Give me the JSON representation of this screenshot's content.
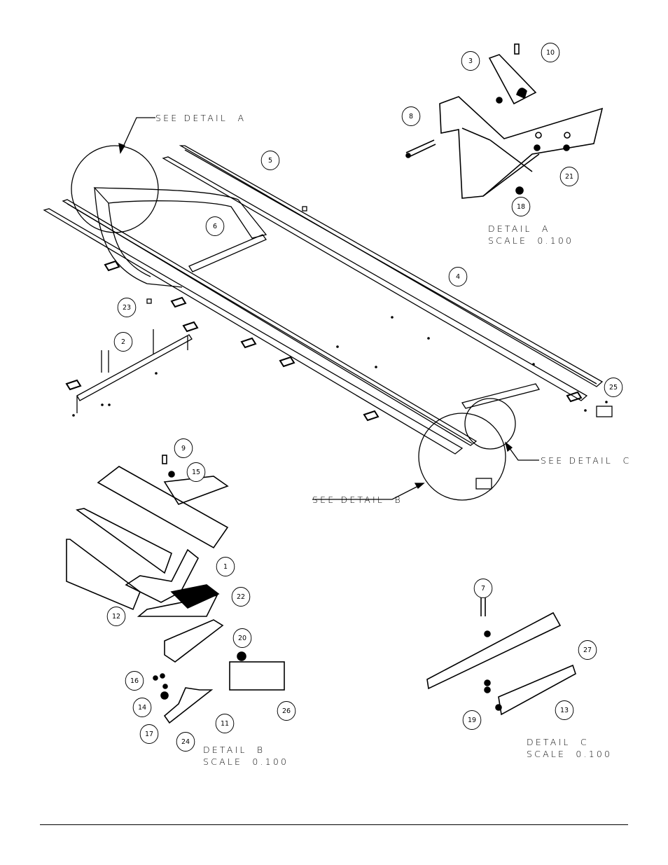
{
  "callouts": {
    "see_detail_a": "SEE DETAIL  A",
    "see_detail_b": "SEE DETAIL  B",
    "see_detail_c": "SEE DETAIL  C"
  },
  "details": {
    "a": {
      "title": "DETAIL  A",
      "scale": "SCALE  0.100"
    },
    "b": {
      "title": "DETAIL  B",
      "scale": "SCALE  0.100"
    },
    "c": {
      "title": "DETAIL  C",
      "scale": "SCALE  0.100"
    }
  },
  "balloons": [
    "3",
    "10",
    "8",
    "21",
    "18",
    "5",
    "6",
    "4",
    "23",
    "2",
    "25",
    "9",
    "15",
    "1",
    "22",
    "12",
    "20",
    "16",
    "14",
    "17",
    "24",
    "11",
    "26",
    "7",
    "27",
    "13",
    "19"
  ]
}
